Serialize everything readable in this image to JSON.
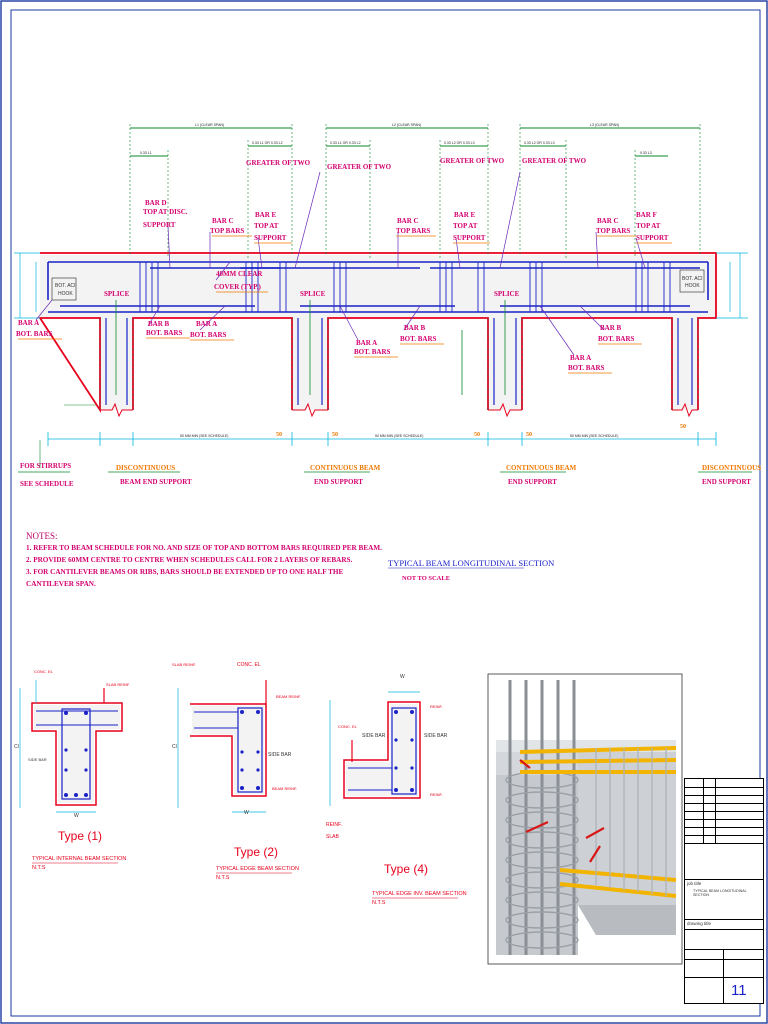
{
  "beam_section": {
    "top_labels": [
      "GREATER OF TWO",
      "GREATER OF TWO",
      "GREATER OF TWO",
      "GREATER OF TWO"
    ],
    "bar_d": "BAR D",
    "bar_d_sub": "TOP AT DISC.",
    "bar_d_sub2": "SUPPORT",
    "bar_c": "BAR C",
    "top_bars": "TOP BARS",
    "bar_e": "BAR E",
    "top_at": "TOP AT",
    "support": "SUPPORT",
    "bar_f": "BAR F",
    "clear_cover": "40MM CLEAR",
    "clear_cover_sub": "COVER (TYP.)",
    "splice": "SPLICE",
    "bar_a": "BAR A",
    "bot_bars": "BOT. BARS",
    "bar_b": "BAR B",
    "for_stirrups": "FOR STIRRUPS",
    "see_schedule": "SEE SCHEDULE",
    "discontinuous": "DISCONTINUOUS",
    "beam_end_support": "BEAM END SUPPORT",
    "end_support": "END SUPPORT",
    "continuous_beam": "CONTINUOUS  BEAM",
    "dim_50": "50",
    "hook": "BOT. ACI HOOK"
  },
  "notes": {
    "title": "NOTES:",
    "items": [
      "1.  REFER TO BEAM SCHEDULE FOR NO. AND SIZE OF TOP AND BOTTOM BARS REQUIRED PER BEAM.",
      "2.  PROVIDE 60MM CENTRE TO CENTRE WHEN SCHEDULES CALL FOR 2 LAYERS OF REBARS.",
      "3.  FOR CANTILEVER BEAMS OR RIBS, BARS SHOULD BE EXTENDED UP TO ONE HALF THE CANTILEVER SPAN."
    ]
  },
  "section_title": "TYPICAL BEAM LONGITUDINAL SECTION",
  "section_subtitle": "NOT TO SCALE",
  "types": [
    {
      "label": "Type  (1)",
      "caption": "TYPICAL INTERNAL BEAM SECTION",
      "scale": "N.T.S"
    },
    {
      "label": "Type  (2)",
      "caption": "TYPICAL EDGE BEAM SECTION",
      "scale": "N.T.S"
    },
    {
      "label": "Type  (4)",
      "caption": "TYPICAL EDGE INV. BEAM SECTION",
      "scale": "N.T.S"
    }
  ],
  "small_labels": {
    "conc_el": "CONC. EL",
    "slab_reinf": "SLAB REINF.",
    "beam_reinf": "BEAM REINF.",
    "side_bar": "SIDE BAR",
    "reinf": "REINF.",
    "slab": "SLAB",
    "w": "W",
    "cl": "Cl"
  },
  "title_block": {
    "job_title_label": "job title",
    "job_title": "TYPICAL BEAM LONGITUDINAL SECTION",
    "drawing_title_label": "drawing title",
    "sheet_no": "11"
  },
  "colors": {
    "concrete_outline": "#e8001c",
    "rebar": "#1a22c8",
    "label_magenta": "#d4006f",
    "label_orange": "#f07800",
    "dim_green": "#0a8a2a",
    "dim_cyan": "#00b8e0"
  }
}
